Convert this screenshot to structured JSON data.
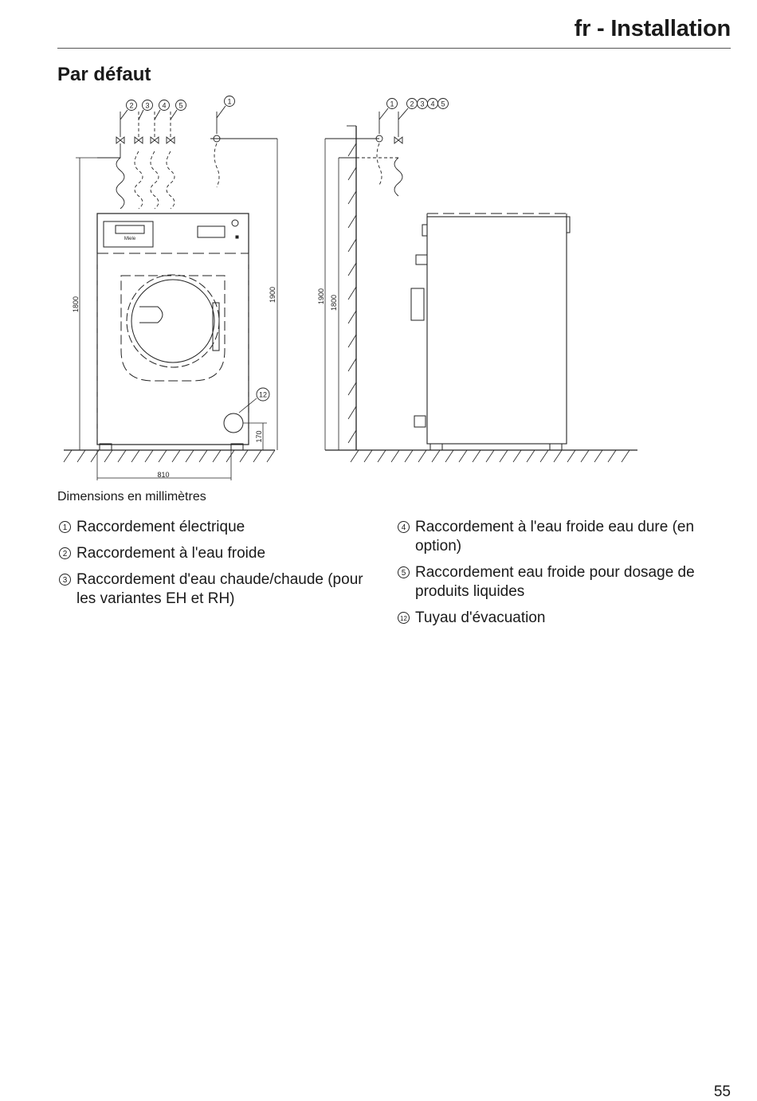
{
  "header": {
    "title": "fr - Installation"
  },
  "section": {
    "title": "Par défaut"
  },
  "figure": {
    "front_view": {
      "callouts": [
        "2",
        "3",
        "4",
        "5",
        "1",
        "12"
      ],
      "dimensions": {
        "height_body": "1800",
        "height_total": "1900",
        "width": "810",
        "drain_height": "170"
      },
      "brand_logo": "Miele"
    },
    "side_view": {
      "callouts": [
        "1",
        "2",
        "3",
        "4",
        "5"
      ],
      "dimensions": {
        "height_total": "1900",
        "height_body": "1800"
      }
    }
  },
  "caption": "Dimensions en millimètres",
  "legend": {
    "left": [
      {
        "num": "1",
        "text": "Raccordement électrique"
      },
      {
        "num": "2",
        "text": "Raccordement à l'eau froide"
      },
      {
        "num": "3",
        "text": "Raccordement d'eau chaude/chaude (pour les variantes EH et RH)"
      }
    ],
    "right": [
      {
        "num": "4",
        "text": "Raccordement à l'eau froide eau dure (en option)"
      },
      {
        "num": "5",
        "text": "Raccordement eau froide pour dosage de produits liquides"
      },
      {
        "num": "12",
        "text": "Tuyau d'évacuation"
      }
    ]
  },
  "page_number": "55"
}
